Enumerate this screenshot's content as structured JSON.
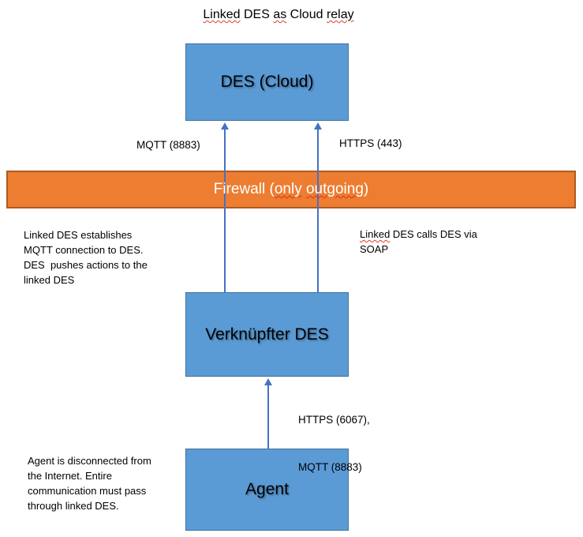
{
  "colors": {
    "box_fill": "#5B9BD5",
    "box_border": "#41719C",
    "firewall_fill": "#ED7D31",
    "firewall_border": "#AE5A21",
    "arrow": "#4472C4",
    "spellcheck_wavy": "#E03C31"
  },
  "title": {
    "w_linked": "Linked",
    "w_des": " DES ",
    "w_as": "as",
    "w_cloud": " Cloud ",
    "w_relay": "relay"
  },
  "boxes": {
    "des_cloud": "DES (Cloud)",
    "linked_des": "Verknüpfter DES",
    "agent": "Agent"
  },
  "firewall": {
    "prefix": "Firewall (",
    "wavy1": "only",
    "space": " ",
    "wavy2": "outgoing",
    "suffix": ")"
  },
  "arrow_labels": {
    "mqtt_top": "MQTT (8883)",
    "https_top": "HTTPS (443)",
    "bottom_line1": "HTTPS (6067),",
    "bottom_line2": "MQTT (8883)"
  },
  "notes": {
    "left_top": {
      "lines": [
        "Linked DES establishes",
        "MQTT connection to DES.",
        "DES  pushes actions to the",
        "linked DES"
      ]
    },
    "right": {
      "w_linked": "Linked",
      "rest": " DES calls DES via",
      "line2": "SOAP"
    },
    "left_bottom": {
      "lines": [
        "Agent is disconnected from",
        "the Internet. Entire",
        "communication must pass",
        "through linked DES."
      ]
    }
  }
}
